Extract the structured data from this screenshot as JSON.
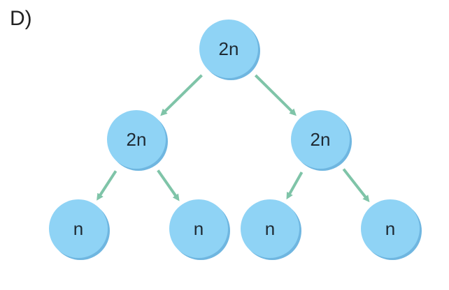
{
  "panel_label": "D)",
  "colors": {
    "cell_fill": "#8fd3f5",
    "cell_shadow": "#6fb6e0",
    "arrow": "#7fc4a8",
    "text": "#1f2a33"
  },
  "nodes": [
    {
      "id": "root",
      "label": "2n",
      "level": 0
    },
    {
      "id": "left",
      "label": "2n",
      "level": 1
    },
    {
      "id": "right",
      "label": "2n",
      "level": 1
    },
    {
      "id": "ll",
      "label": "n",
      "level": 2
    },
    {
      "id": "lr",
      "label": "n",
      "level": 2
    },
    {
      "id": "rl",
      "label": "n",
      "level": 2
    },
    {
      "id": "rr",
      "label": "n",
      "level": 2
    }
  ],
  "edges": [
    {
      "from": "root",
      "to": "left"
    },
    {
      "from": "root",
      "to": "right"
    },
    {
      "from": "left",
      "to": "ll"
    },
    {
      "from": "left",
      "to": "lr"
    },
    {
      "from": "right",
      "to": "rl"
    },
    {
      "from": "right",
      "to": "rr"
    }
  ]
}
